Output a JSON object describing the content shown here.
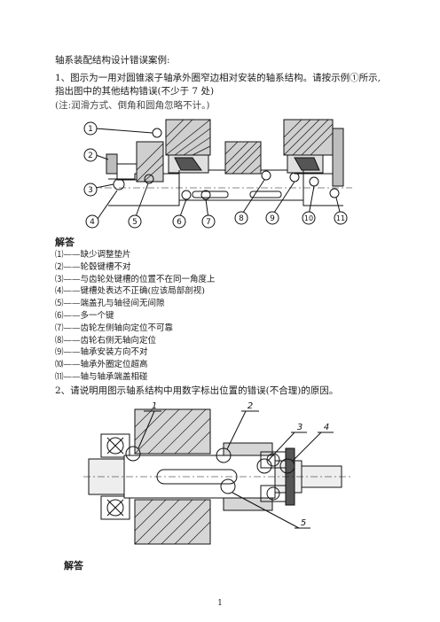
{
  "doc": {
    "title": "轴系装配结构设计错误案例:",
    "q1_text": "1、图示为一用对圆锥滚子轴承外圈窄边相对安装的轴系结构。请按示例①所示,指出图中的其他结构错误(不少于 7 处)",
    "q1_note": "(注:润滑方式、倒角和圆角忽略不计。)",
    "answer_heading": "解答",
    "answers": [
      "⑴——缺少调整垫片",
      "⑵——轮毂键槽不对",
      "⑶——与齿轮处键槽的位置不在同一角度上",
      "⑷——键槽处表达不正确(应该局部剖视)",
      "⑸——端盖孔与轴径间无间隙",
      "⑹——多一个键",
      "⑺——齿轮左侧轴向定位不可靠",
      "⑻——齿轮右侧无轴向定位",
      "⑼——轴承安装方向不对",
      "⑽——轴承外圈定位超高",
      "⑾——轴与轴承端盖相碰"
    ],
    "q2_text": "2、请说明用图示轴系结构中用数字标出位置的错误(不合理)的原因。",
    "answer2_heading": "解答",
    "page_number": "1"
  },
  "figure1": {
    "labels": [
      "1",
      "2",
      "3",
      "4",
      "5",
      "6",
      "7",
      "8",
      "9",
      "10",
      "11"
    ]
  },
  "figure2": {
    "labels": [
      "1",
      "2",
      "3",
      "4",
      "5"
    ]
  }
}
